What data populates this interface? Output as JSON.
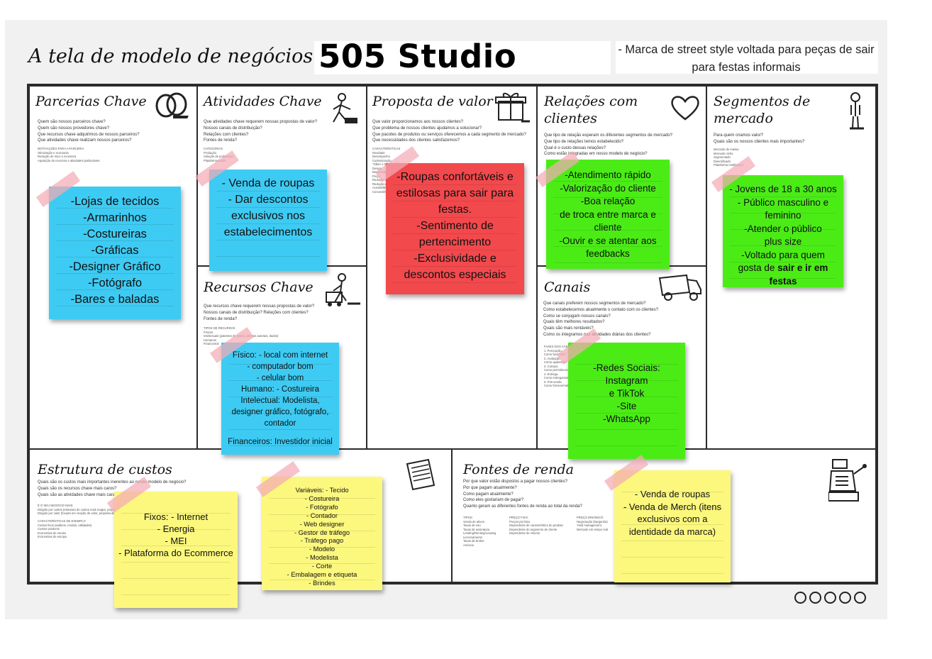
{
  "header": {
    "title": "A tela de modelo de negócios",
    "brand": "505 Studio",
    "description": "- Marca de street style voltada para peças de sair para festas informais"
  },
  "blocks": {
    "parcerias": {
      "title": "Parcerias Chave",
      "questions": "Quem são nossos parceiros chave?\nQuem são nossos provedores chave?\nQue recursos chave adquirimos de nossos parceiros?\nQue atividades chave realizam nossos parceiros?",
      "small": "MOTIVAÇÕES PARA A PARCERIA\nOtimização e economia\nRedução de risco e incerteza\nAquisição de recursos e atividades particulares",
      "icon": "wedding-rings-icon",
      "note": [
        "-Lojas de tecidos",
        "-Armarinhos",
        "-Costureiras",
        "-Gráficas",
        "-Designer Gráfico",
        "-Fotógrafo",
        "-Bares e baladas"
      ]
    },
    "atividades": {
      "title": "Atividades Chave",
      "questions": "Que atividades chave requerem nossas propostas de valor?\nNossos canais de distribuição?\nRelações com clientes?\nFontes de renda?",
      "small": "CATEGORIAS\nProdução\nSolução de problemas\nPlataforma/Rede",
      "icon": "worker-icon",
      "note": [
        "- Venda de roupas",
        "- Dar descontos",
        "exclusivos nos",
        "estabelecimentos"
      ]
    },
    "proposta": {
      "title": "Proposta de valor",
      "questions": "Que valor proporcionamos aos nossos clientes?\nQue problema de nossos clientes ajudamos a solucionar?\nQue pacotes de produtos ou serviços oferecemos a cada segmento de mercado?\nQue necessidades dos clientes satisfazemos?",
      "small": "CARACTERÍSTICAS\nNovidade\nDesempenho\nCustomização\n\"Obter o trabalho feito\"\nDesign\nMarca/Status\nPreço\nRedução de custo\nRedução de risco\nAcessibilidade\nConveniência/Usabilidade",
      "icon": "gift-icon",
      "note": [
        "-Roupas confortáveis e",
        "estilosas para sair para",
        "festas.",
        "-Sentimento de",
        "pertencimento",
        "-Exclusividade e",
        "descontos especiais"
      ]
    },
    "relacoes": {
      "title": "Relações com\nclientes",
      "questions": "Que tipo de relação esperam os diferentes segmentos de mercado?\nQue tipo de relações temos estabelecido?\nQual é o custo dessas relações?\nComo estão integradas em nosso modelo de negócio?",
      "icon": "heart-icon",
      "note": [
        "-Atendimento rápido",
        "-Valorização do cliente",
        "-Boa relação",
        "de troca entre marca e",
        "cliente",
        "-Ouvir e se atentar aos",
        "feedbacks"
      ]
    },
    "segmentos": {
      "title": "Segmentos de\nmercado",
      "questions": "Para quem criamos valor?\nQuais são os nossos clientes mais importantes?",
      "small": "Mercado de massa\nMercado nicho\nSegmentado\nDiversificado\nPlataforma multilateral",
      "icon": "person-icon",
      "note_lines": [
        {
          "text": "- Jovens de 18 a 30 anos"
        },
        {
          "text": "- Público masculino e"
        },
        {
          "text": "feminino"
        },
        {
          "text": "-Atender o público"
        },
        {
          "text": "plus size"
        },
        {
          "text": "-Voltado para quem"
        },
        {
          "pre": "gosta de ",
          "bold": "sair e ir em"
        },
        {
          "bold": "festas"
        }
      ]
    },
    "recursos": {
      "title": "Recursos Chave",
      "questions": "Que recursos chave requerem nossas propostas de valor?\nNossos canais de distribuição? Relações com clientes?\nFontes de renda?",
      "small": "TIPOS DE RECURSOS\nFísicos\nIntelectuais (patentes de marca, direitos autorais, dados)\nHumanos\nFinanceiros",
      "icon": "worker-cart-icon",
      "note": [
        "Físico: - local com internet",
        "- computador bom",
        "- celular bom",
        "Humano: - Costureira",
        "Intelectual: Modelista,",
        "designer gráfico, fotógrafo,",
        "contador",
        "",
        "Financeiros: Investidor inicial"
      ]
    },
    "canais": {
      "title": "Canais",
      "questions": "Que canais preferem nossos segmentos de mercado?\nComo estabelecemos atualmente o contato com os clientes?\nComo se conjugam nossos canais?\nQuais têm melhores resultados?\nQuais são mais rentáveis?\nComo os integramos nas atividades diárias dos clientes?",
      "small": "FASES DOS CANAIS\n1. Percepção\n   Como fazemos?\n2. Avaliação\n   Como ajudamos?\n3. Compra\n   Como permitimos?\n4. Entrega\n   Como entregamos?\n5. Pós-venda\n   Como fornecemos?",
      "icon": "truck-icon",
      "note": [
        "-Redes Sociais: Instagram",
        "e TikTok",
        "-Site",
        "-WhatsApp"
      ]
    },
    "custos": {
      "title": "Estrutura de custos",
      "questions": "Quais são os custos mais importantes inerentes ao nosso modelo de negócio?\nQuais são os recursos chave mais caros?\nQuais são as atividades chave mais caras?",
      "small": "É O SEU NEGÓCIO MAIS:\nDirigido por custos (estrutura de custos mais magra, proposta de valor de baixo preço)\nDirigido por valor (focado em criação de valor, proposta de valor premium)\n\nCARACTERÍSTICAS DE EXEMPLO\nCustos fixos (salários, rendas, utilidades)\nCustos variáveis\nEconomias de escala\nEconomias de escopo",
      "icon": "notes-icon",
      "note_fixos": [
        "Fixos: - Internet",
        "- Energia",
        "- MEI",
        "- Plataforma do Ecommerce"
      ],
      "note_variaveis": [
        "Variáveis: - Tecido",
        "- Costureira",
        "- Fotógrafo",
        "- Contador",
        "- Web designer",
        "- Gestor de tráfego",
        "- Tráfego pago",
        "- Modelo",
        "- Modelista",
        "- Corte",
        "- Embalagem e etiqueta",
        "- Brindes"
      ]
    },
    "fontes": {
      "title": "Fontes de renda",
      "questions": "Por que valor estão dispostos a pagar nossos clientes?\nPor que pagam atualmente?\nComo pagam atualmente?\nComo eles gostariam de pagar?\nQuanto geram as diferentes fontes de renda ao total da renda?",
      "small1": "TIPOS:\nVenda de ativos\nTaxas de uso\nTaxas de assinatura\nLending/Renting/Leasing\nLicenciamento\nTaxas de broker\nAnúncio",
      "small2": "PREÇO FIXO:\nPreços por lista\nDependente de característica do produto\nDependente do segmento de cliente\nDependente de volume",
      "small3": "PREÇO DINÂMICO:\nNegociação (barganha)\nYield management\nMercado em tempo real",
      "icon": "cash-register-icon",
      "note": [
        "- Venda de roupas",
        "- Venda de Merch (itens",
        "exclusivos com a",
        "identidade da marca)"
      ]
    }
  },
  "license_icons": [
    "cc",
    "by",
    "nc",
    "sa",
    "info"
  ],
  "colors": {
    "blue_note": "#3ecbf3",
    "red_note": "#f2494d",
    "green_note": "#4bec16",
    "yellow_note": "#fcf87e",
    "tape": "#f4aab4",
    "border": "#2b2b2b"
  }
}
